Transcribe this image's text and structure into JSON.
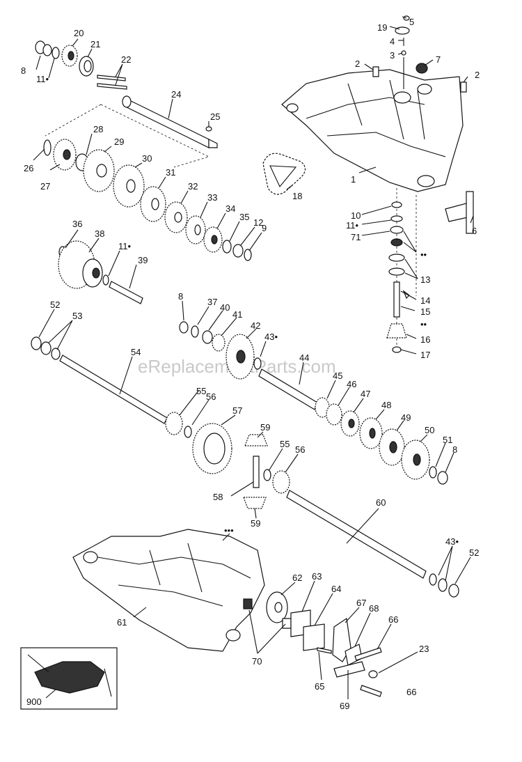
{
  "watermark": "eReplacementParts.com",
  "labels": {
    "l1": "1",
    "l2a": "2",
    "l2b": "2",
    "l3": "3",
    "l4": "4",
    "l5": "5",
    "l6": "6",
    "l7": "7",
    "l8a": "8",
    "l8b": "8",
    "l8c": "8",
    "l9": "9",
    "l10": "10",
    "l11a": "11•",
    "l11b": "11•",
    "l11c": "11•",
    "l12": "12",
    "l13": "13",
    "l14": "14",
    "l15": "15",
    "l16": "16",
    "l17": "17",
    "l18": "18",
    "l19": "19",
    "l20": "20",
    "l21": "21",
    "l22": "22",
    "l23": "23",
    "l24": "24",
    "l25": "25",
    "l26": "26",
    "l27": "27",
    "l28": "28",
    "l29": "29",
    "l30": "30",
    "l31": "31",
    "l32": "32",
    "l33": "33",
    "l34": "34",
    "l35": "35",
    "l36": "36",
    "l37": "37",
    "l38": "38",
    "l39": "39",
    "l40": "40",
    "l41": "41",
    "l42": "42",
    "l43a": "43•",
    "l43b": "43•",
    "l44": "44",
    "l45": "45",
    "l46": "46",
    "l47": "47",
    "l48": "48",
    "l49": "49",
    "l50": "50",
    "l51": "51",
    "l52a": "52",
    "l52b": "52",
    "l53": "53",
    "l54": "54",
    "l55a": "55",
    "l55b": "55",
    "l56a": "56",
    "l56b": "56",
    "l57": "57",
    "l58": "58",
    "l59a": "59",
    "l59b": "59",
    "l60": "60",
    "l61": "61",
    "l62": "62",
    "l63": "63",
    "l64": "64",
    "l65": "65",
    "l66a": "66",
    "l66b": "66",
    "l67": "67",
    "l68": "68",
    "l69": "69",
    "l70": "70",
    "l71": "71",
    "l900": "900",
    "dots1": "••",
    "dots2": "••",
    "dots3": "•••"
  }
}
